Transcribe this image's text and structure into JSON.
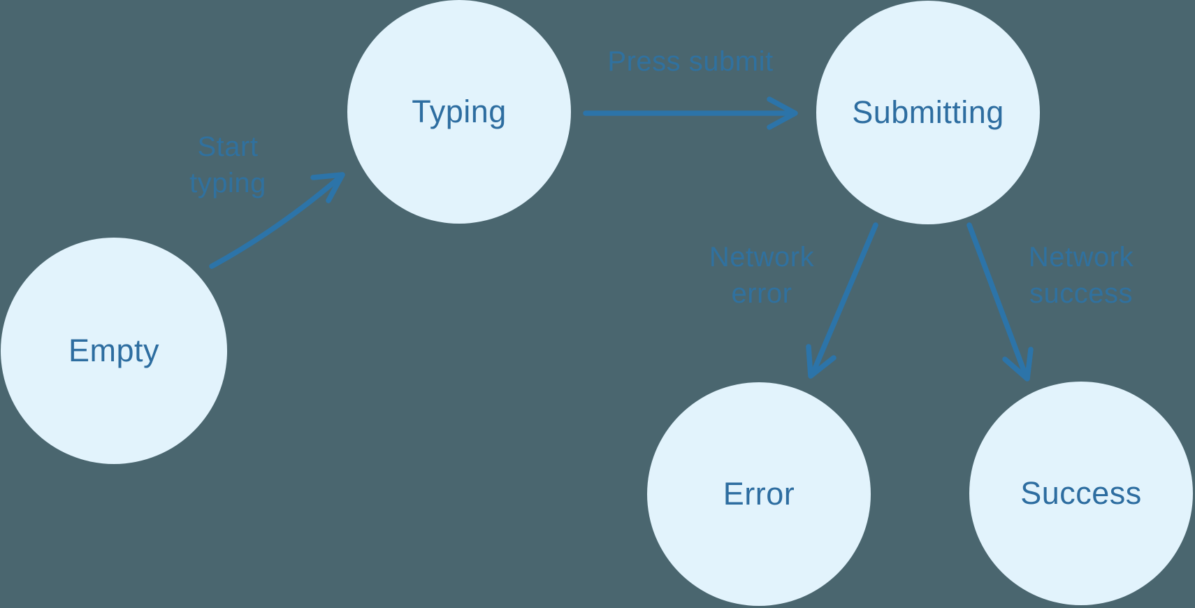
{
  "diagram": {
    "description": "Form submission state machine diagram",
    "colors": {
      "background": "#4A666F",
      "node_fill": "#E2F3FC",
      "node_text": "#2D6DA0",
      "arrow": "#2C74A9",
      "edge_label_text": "#30719F"
    },
    "nodes": [
      {
        "id": "empty",
        "label": "Empty"
      },
      {
        "id": "typing",
        "label": "Typing"
      },
      {
        "id": "submitting",
        "label": "Submitting"
      },
      {
        "id": "error",
        "label": "Error"
      },
      {
        "id": "success",
        "label": "Success"
      }
    ],
    "edges": [
      {
        "id": "empty-typing",
        "from": "empty",
        "to": "typing",
        "label": "Start\ntyping"
      },
      {
        "id": "typing-submitting",
        "from": "typing",
        "to": "submitting",
        "label": "Press submit"
      },
      {
        "id": "submitting-error",
        "from": "submitting",
        "to": "error",
        "label": "Network\nerror"
      },
      {
        "id": "submitting-success",
        "from": "submitting",
        "to": "success",
        "label": "Network\nsuccess"
      }
    ]
  }
}
